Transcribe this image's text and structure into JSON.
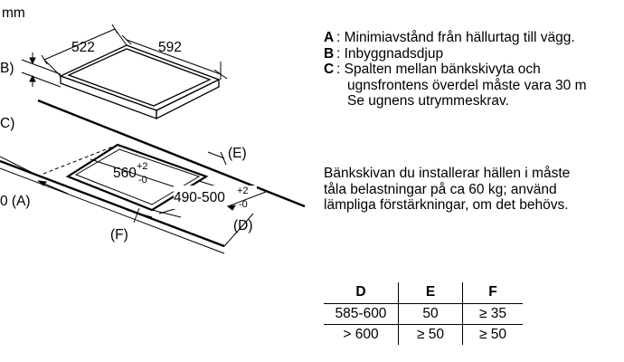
{
  "diagram": {
    "unit": "mm",
    "dim_depth": "522",
    "dim_width": "592",
    "label_b": "B)",
    "label_c": "C)",
    "label_a": "0 (A)",
    "label_e": "(E)",
    "label_d": "(D)",
    "label_f": "(F)",
    "cutout_width": "560",
    "cutout_width_tol_upper": "+2",
    "cutout_width_tol_lower": "-0",
    "cutout_depth": "490-500",
    "cutout_depth_tol_upper": "+2",
    "cutout_depth_tol_lower": "-0"
  },
  "legend": {
    "a_key": "A",
    "a_text": ": Minimiavstånd från hällurtag till vägg.",
    "b_key": "B",
    "b_text": ": Inbyggnadsdjup",
    "c_key": "C",
    "c_text": ": Spalten mellan bänkskivyta och",
    "c_text2": "ugnsfrontens överdel måste vara 30 m",
    "c_text3": "Se ugnens utrymmeskrav."
  },
  "note": {
    "line1": "Bänkskivan du installerar hällen i måste",
    "line2": "tåla belastningar på ca 60 kg; använd",
    "line3": "lämpliga förstärkningar, om det behövs."
  },
  "table": {
    "headers": [
      "D",
      "E",
      "F"
    ],
    "rows": [
      [
        "585-600",
        "50",
        "≥ 35"
      ],
      [
        "> 600",
        "≥ 50",
        "≥ 50"
      ]
    ]
  }
}
